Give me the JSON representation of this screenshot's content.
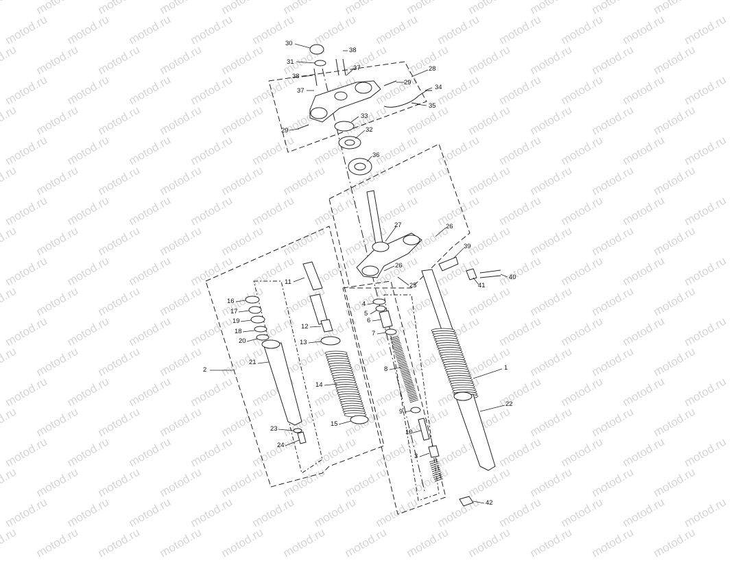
{
  "watermark_text": "motod.ru",
  "callouts": [
    "30",
    "31",
    "38",
    "37",
    "38",
    "37",
    "28",
    "29",
    "34",
    "35",
    "29",
    "33",
    "32",
    "36",
    "27",
    "26",
    "26",
    "25",
    "39",
    "41",
    "40",
    "11",
    "12",
    "13",
    "14",
    "15",
    "16",
    "17",
    "19",
    "18",
    "20",
    "21",
    "2",
    "23",
    "24",
    "4",
    "5",
    "6",
    "7",
    "8",
    "9",
    "10",
    "3",
    "1",
    "22",
    "42"
  ],
  "colors": {
    "line": "#222222",
    "watermark": "#d6d6d6"
  }
}
